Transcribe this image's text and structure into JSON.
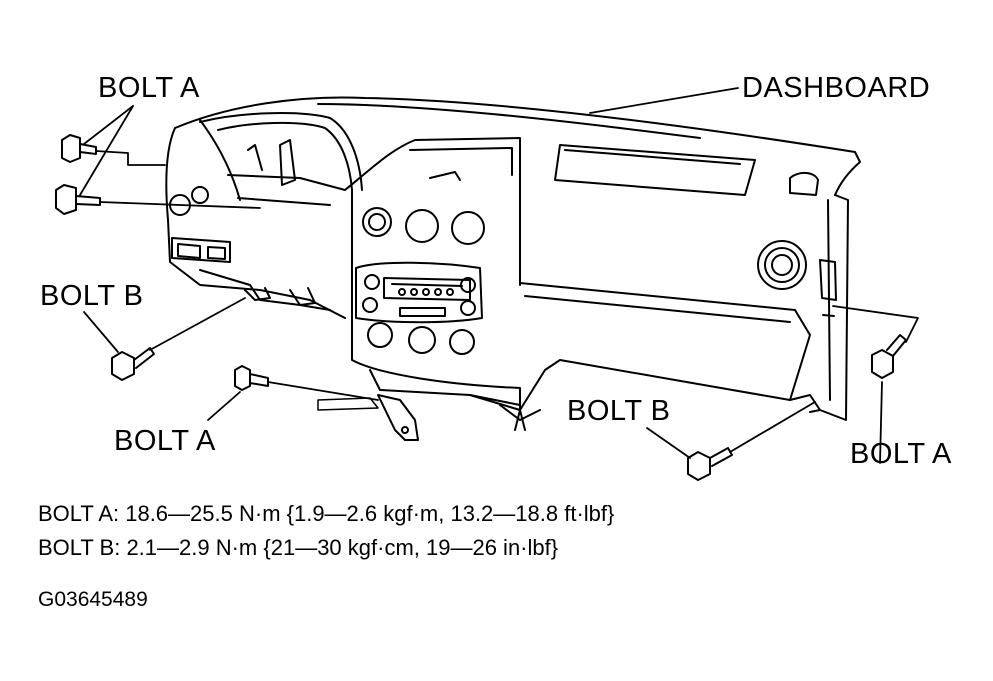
{
  "callouts": {
    "bolt_a_top": "BOLT A",
    "dashboard": "DASHBOARD",
    "bolt_b_left": "BOLT B",
    "bolt_a_bottom": "BOLT A",
    "bolt_b_right": "BOLT B",
    "bolt_a_right": "BOLT A"
  },
  "specs": {
    "bolt_a": "BOLT A: 18.6—25.5 N·m {1.9—2.6 kgf·m, 13.2—18.8 ft·lbf}",
    "bolt_b": "BOLT B: 2.1—2.9 N·m {21—30 kgf·cm, 19—26 in·lbf}"
  },
  "figure_id": "G03645489",
  "colors": {
    "ink": "#000000",
    "paper": "#ffffff"
  }
}
